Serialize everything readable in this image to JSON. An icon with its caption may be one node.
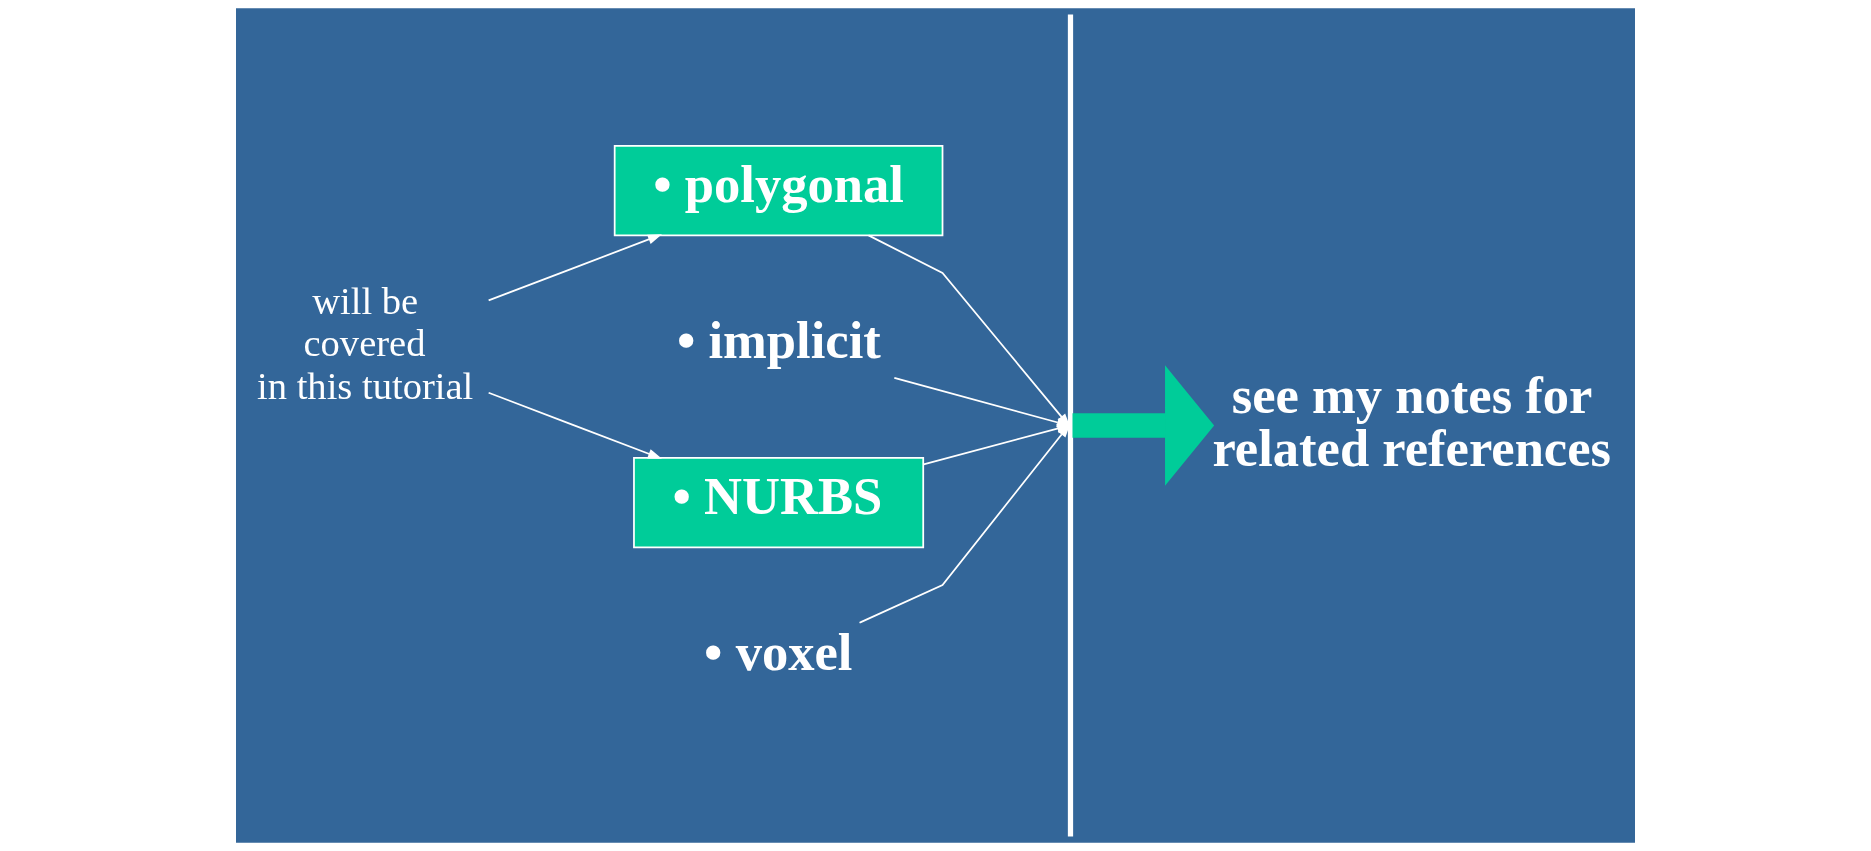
{
  "diagram": {
    "nodes": [
      {
        "text": [
          "will be covered in this tutorial"
        ]
      },
      {
        "text": [
          "• polygonal"
        ]
      },
      {
        "text": [
          "• implicit"
        ]
      },
      {
        "text": [
          "• NURBS"
        ]
      },
      {
        "text": [
          "• voxel"
        ]
      },
      {
        "text": [],
        "shape": "bar"
      },
      {
        "text": [
          "see my notes for related references"
        ]
      }
    ],
    "edges": [
      {
        "from": 0,
        "to": 1,
        "arrow": "to"
      },
      {
        "from": 0,
        "to": 3,
        "arrow": "to"
      },
      {
        "from": 1,
        "to": 5,
        "arrow": "to"
      },
      {
        "from": 2,
        "to": 5,
        "arrow": "to"
      },
      {
        "from": 3,
        "to": 5,
        "arrow": "to"
      },
      {
        "from": 4,
        "to": 5,
        "arrow": "to"
      },
      {
        "from": 5,
        "to": 6,
        "arrow": "to",
        "style": "thick",
        "color": "#00cc99"
      }
    ]
  }
}
